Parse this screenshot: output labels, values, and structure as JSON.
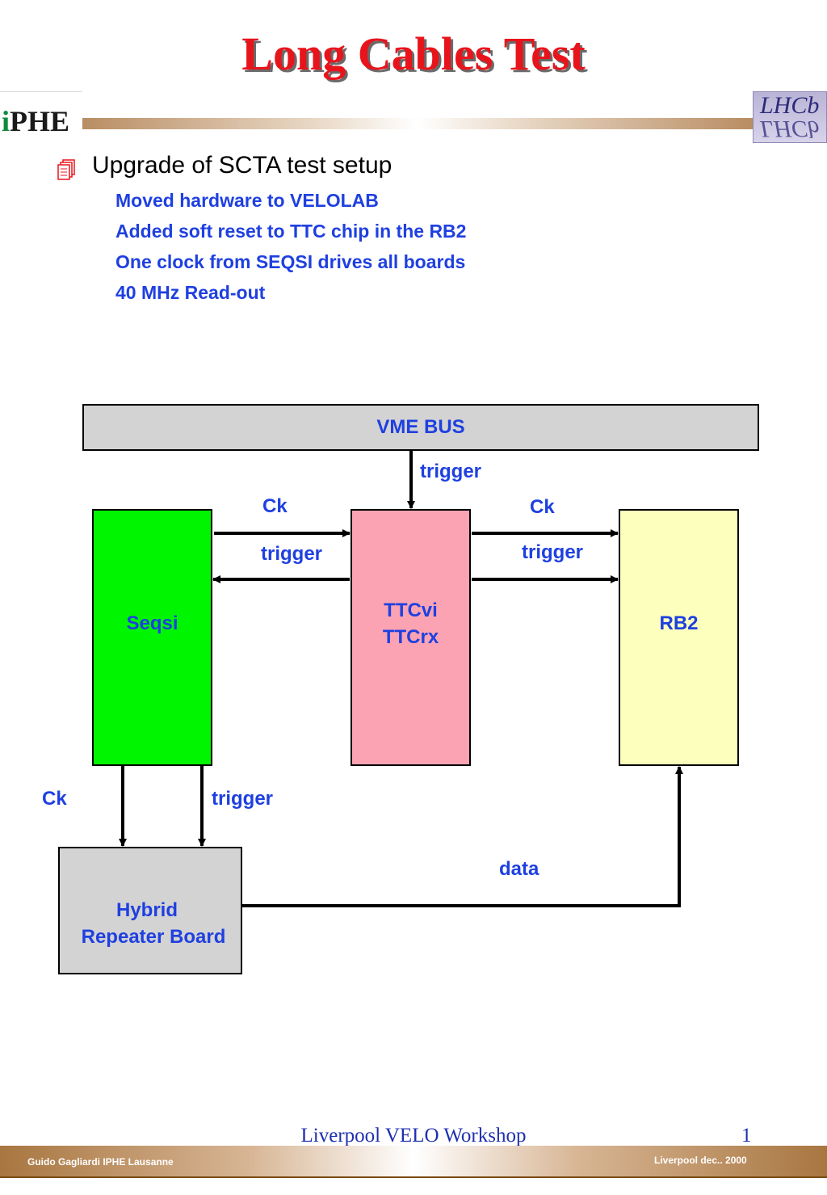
{
  "slide": {
    "title": "Long Cables Test"
  },
  "logos": {
    "iphe": {
      "i": "i",
      "rest": "PHE",
      "icon": "iphe-logo-icon"
    },
    "lhcb": {
      "text": "LHCb",
      "icon": "lhcb-logo-icon"
    }
  },
  "bullets": {
    "icon": "document-stack-icon",
    "heading": "Upgrade of SCTA test setup",
    "items": [
      "Moved hardware to VELOLAB",
      "Added soft reset to TTC chip in the RB2",
      "One clock from SEQSI drives all boards",
      "40 MHz Read-out"
    ]
  },
  "diagram": {
    "nodes": {
      "vme_bus": {
        "label": "VME BUS",
        "fill": "#d3d3d3"
      },
      "seqsi": {
        "label": "Seqsi",
        "fill": "#00f600"
      },
      "ttc_line1": "TTCvi",
      "ttc_line2": "TTCrx",
      "ttc_fill": "#fba3b3",
      "rb2": {
        "label": "RB2",
        "fill": "#fdffbd"
      },
      "hybrid_line1": "Hybrid",
      "hybrid_line2": "Repeater Board",
      "hybrid_fill": "#d3d3d3"
    },
    "edge_labels": {
      "vme_trigger": "trigger",
      "seqsi_ttc_ck": "Ck",
      "seqsi_ttc_trigger": "trigger",
      "ttc_rb2_ck": "Ck",
      "ttc_rb2_trigger": "trigger",
      "seqsi_hybrid_ck": "Ck",
      "seqsi_hybrid_trigger": "trigger",
      "hybrid_rb2_data": "data"
    },
    "label_color": "#1f40e0"
  },
  "footer": {
    "title": "Liverpool VELO Workshop",
    "page": "1",
    "author": "Guido Gagliardi  IPHE Lausanne",
    "date": "Liverpool dec.. 2000"
  },
  "colors": {
    "title": "#e8141c",
    "accent_brown": "#a87640",
    "text_blue": "#1f40e0"
  }
}
